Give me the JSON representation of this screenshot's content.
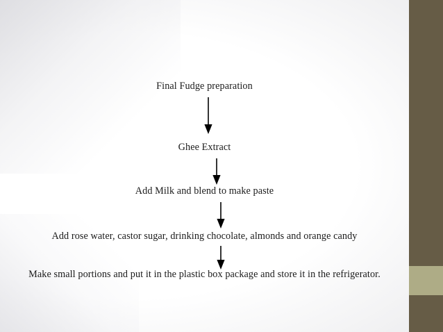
{
  "slide": {
    "background_color": "#ffffff",
    "text_color": "#1a1a1a"
  },
  "sidebar": {
    "dark_color": "#665c46",
    "light_color": "#aeac86",
    "bands": [
      {
        "name": "dark-top",
        "color": "#665c46"
      },
      {
        "name": "light-accent",
        "color": "#aeac86"
      },
      {
        "name": "dark-bottom",
        "color": "#665c46"
      }
    ]
  },
  "flowchart": {
    "type": "process-flow",
    "orientation": "top-to-bottom",
    "arrow_color": "#000000",
    "steps": [
      {
        "id": 1,
        "label": "Final Fudge preparation"
      },
      {
        "id": 2,
        "label": "Ghee Extract"
      },
      {
        "id": 3,
        "label": "Add Milk and blend to make paste"
      },
      {
        "id": 4,
        "label": "Add rose water, castor sugar, drinking chocolate, almonds and orange candy"
      },
      {
        "id": 5,
        "label": "Make small portions and put it in the plastic box package and store it in the refrigerator."
      }
    ],
    "connectors": [
      {
        "id": 1,
        "from": 1,
        "to": 2,
        "icon": "down-arrow-icon"
      },
      {
        "id": 2,
        "from": 2,
        "to": 3,
        "icon": "down-arrow-icon"
      },
      {
        "id": 3,
        "from": 3,
        "to": 4,
        "icon": "down-arrow-icon"
      },
      {
        "id": 4,
        "from": 4,
        "to": 5,
        "icon": "down-arrow-icon"
      }
    ]
  }
}
